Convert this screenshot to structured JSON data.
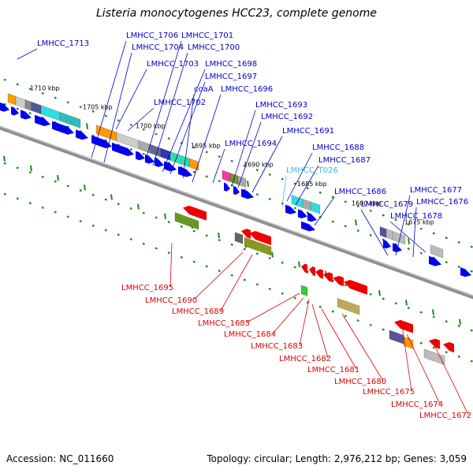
{
  "title": "Listeria monocytogenes HCC23, complete genome",
  "footer": {
    "accession": "Accession: NC_011660",
    "summary": "Topology: circular; Length: 2,976,212 bp; Genes: 3,059"
  },
  "colors": {
    "forward_label": "#0000cc",
    "reverse_label": "#dd0000",
    "trna_label": "#33bbee",
    "backbone": "#909090",
    "tick": "#1a8a1a"
  },
  "scale_labels": [
    "1710 kbp",
    "1705 kbp",
    "1700 kbp",
    "1695 kbp",
    "1690 kbp",
    "1685 kbp",
    "1680 kbp",
    "1675 kbp"
  ],
  "forward_genes": [
    "LMHCC_1713",
    "LMHCC_1706",
    "LMHCC_1701",
    "LMHCC_1704",
    "LMHCC_1700",
    "LMHCC_1703",
    "LMHCC_1698",
    "LMHCC_1697",
    "coaA",
    "LMHCC_1702",
    "LMHCC_1696",
    "LMHCC_1693",
    "LMHCC_1692",
    "LMHCC_1691",
    "LMHCC_1694",
    "LMHCC_1688",
    "LMHCC_1687",
    "LMHCC_T026",
    "LMHCC_1686",
    "LMHCC_1677",
    "LMHCC_1679",
    "LMHCC_1676",
    "LMHCC_1678"
  ],
  "reverse_genes": [
    "LMHCC_1695",
    "LMHCC_1690",
    "LMHCC_1689",
    "LMHCC_1685",
    "LMHCC_1684",
    "LMHCC_1683",
    "LMHCC_1682",
    "LMHCC_1681",
    "LMHCC_1680",
    "LMHCC_1675",
    "LMHCC_1674",
    "LMHCC_1672"
  ]
}
